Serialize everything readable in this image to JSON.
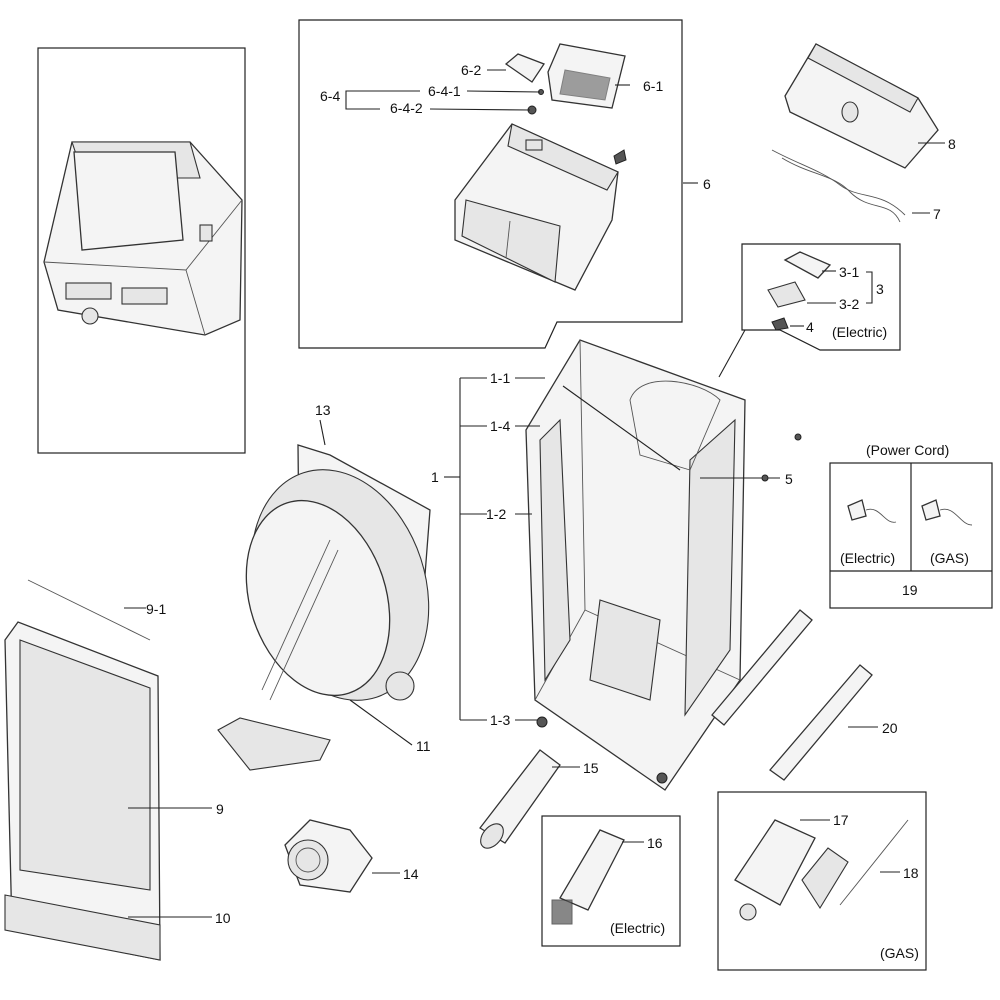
{
  "labels": {
    "l6": "6",
    "l6_1": "6-1",
    "l6_2": "6-2",
    "l6_4": "6-4",
    "l6_4_1": "6-4-1",
    "l6_4_2": "6-4-2",
    "l8": "8",
    "l7": "7",
    "l3": "3",
    "l3_1": "3-1",
    "l3_2": "3-2",
    "l4": "4",
    "electric_3": "(Electric)",
    "l13": "13",
    "l1": "1",
    "l1_1": "1-1",
    "l1_4": "1-4",
    "l1_2": "1-2",
    "l1_3": "1-3",
    "l5": "5",
    "power_cord": "(Power Cord)",
    "pc_electric": "(Electric)",
    "pc_gas": "(GAS)",
    "l19": "19",
    "l9_1": "9-1",
    "l9": "9",
    "l10": "10",
    "l11": "11",
    "l20": "20",
    "l15": "15",
    "l14": "14",
    "l16": "16",
    "electric_16": "(Electric)",
    "l17": "17",
    "l18": "18",
    "gas_17": "(GAS)"
  }
}
